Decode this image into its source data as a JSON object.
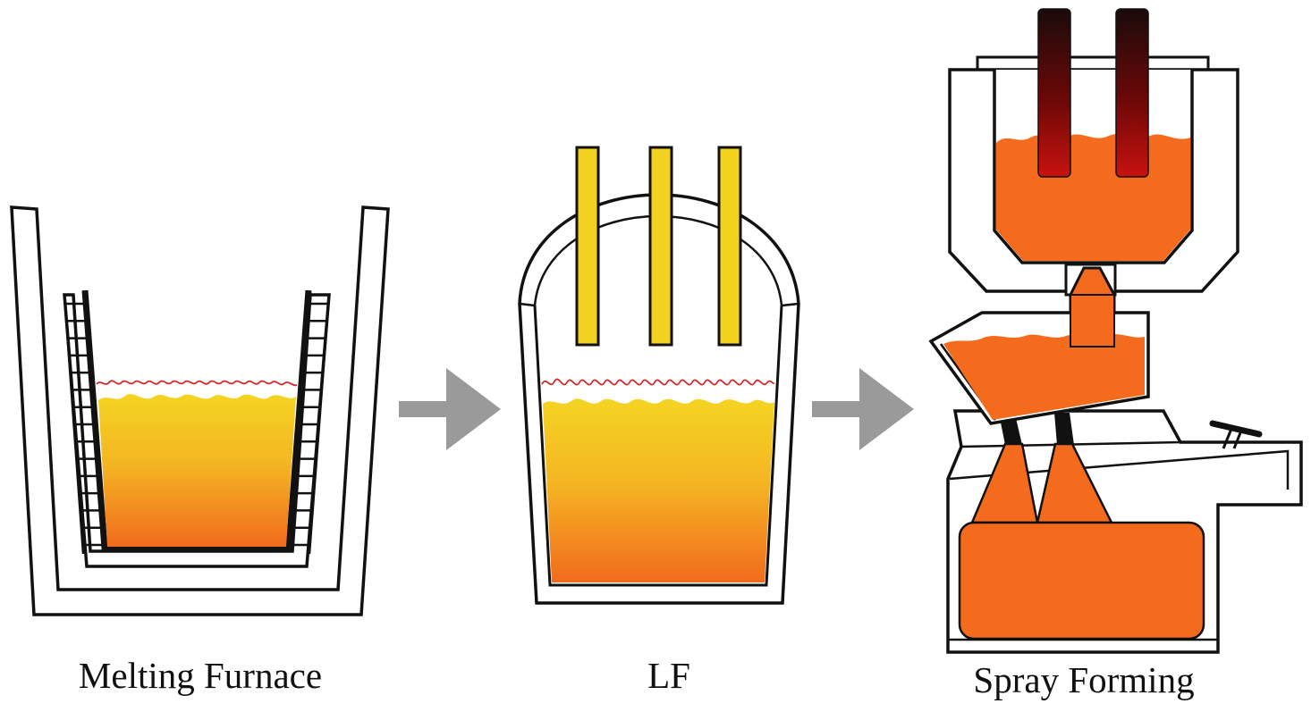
{
  "captions": {
    "melting_furnace": "Melting Furnace",
    "lf": "LF",
    "spray_forming": "Spray Forming"
  },
  "colors": {
    "outline": "#111111",
    "molten_top": "#f4d422",
    "molten_bottom": "#f26b1d",
    "spray_orange": "#f46b1d",
    "electrode_yellow": "#f3d21f",
    "slag_line": "#d42a2a",
    "arrow": "#9a9a9a",
    "electrode_dark_top": "#1a0a0a",
    "electrode_dark_bottom": "#c8120f"
  }
}
